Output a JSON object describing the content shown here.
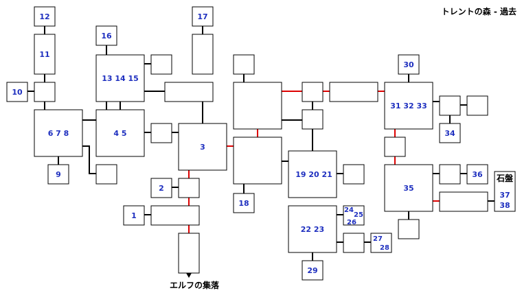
{
  "map": {
    "title": "トレントの森 - 過去",
    "exit_label": "エルフの集落",
    "stone_label": "石盤",
    "colors": {
      "red_connector": "#dd0000",
      "black_connector": "#000000",
      "room_number": "#1e2fbf"
    },
    "room_labels": {
      "r12": "12",
      "r11": "11",
      "r10": "10",
      "r678": "6 7 8",
      "r9": "9",
      "r16": "16",
      "r131415": "13 14 15",
      "r45": "4 5",
      "r17": "17",
      "r3": "3",
      "r2": "2",
      "r1": "1",
      "r18": "18",
      "r192021": "19 20 21",
      "r2223": "22 23",
      "r24": "24",
      "r25": "25",
      "r26": "26",
      "r27": "27",
      "r28": "28",
      "r29": "29",
      "r30": "30",
      "r313233": "31 32 33",
      "r34": "34",
      "r35": "35",
      "r36": "36",
      "r37": "37",
      "r38": "38"
    }
  }
}
